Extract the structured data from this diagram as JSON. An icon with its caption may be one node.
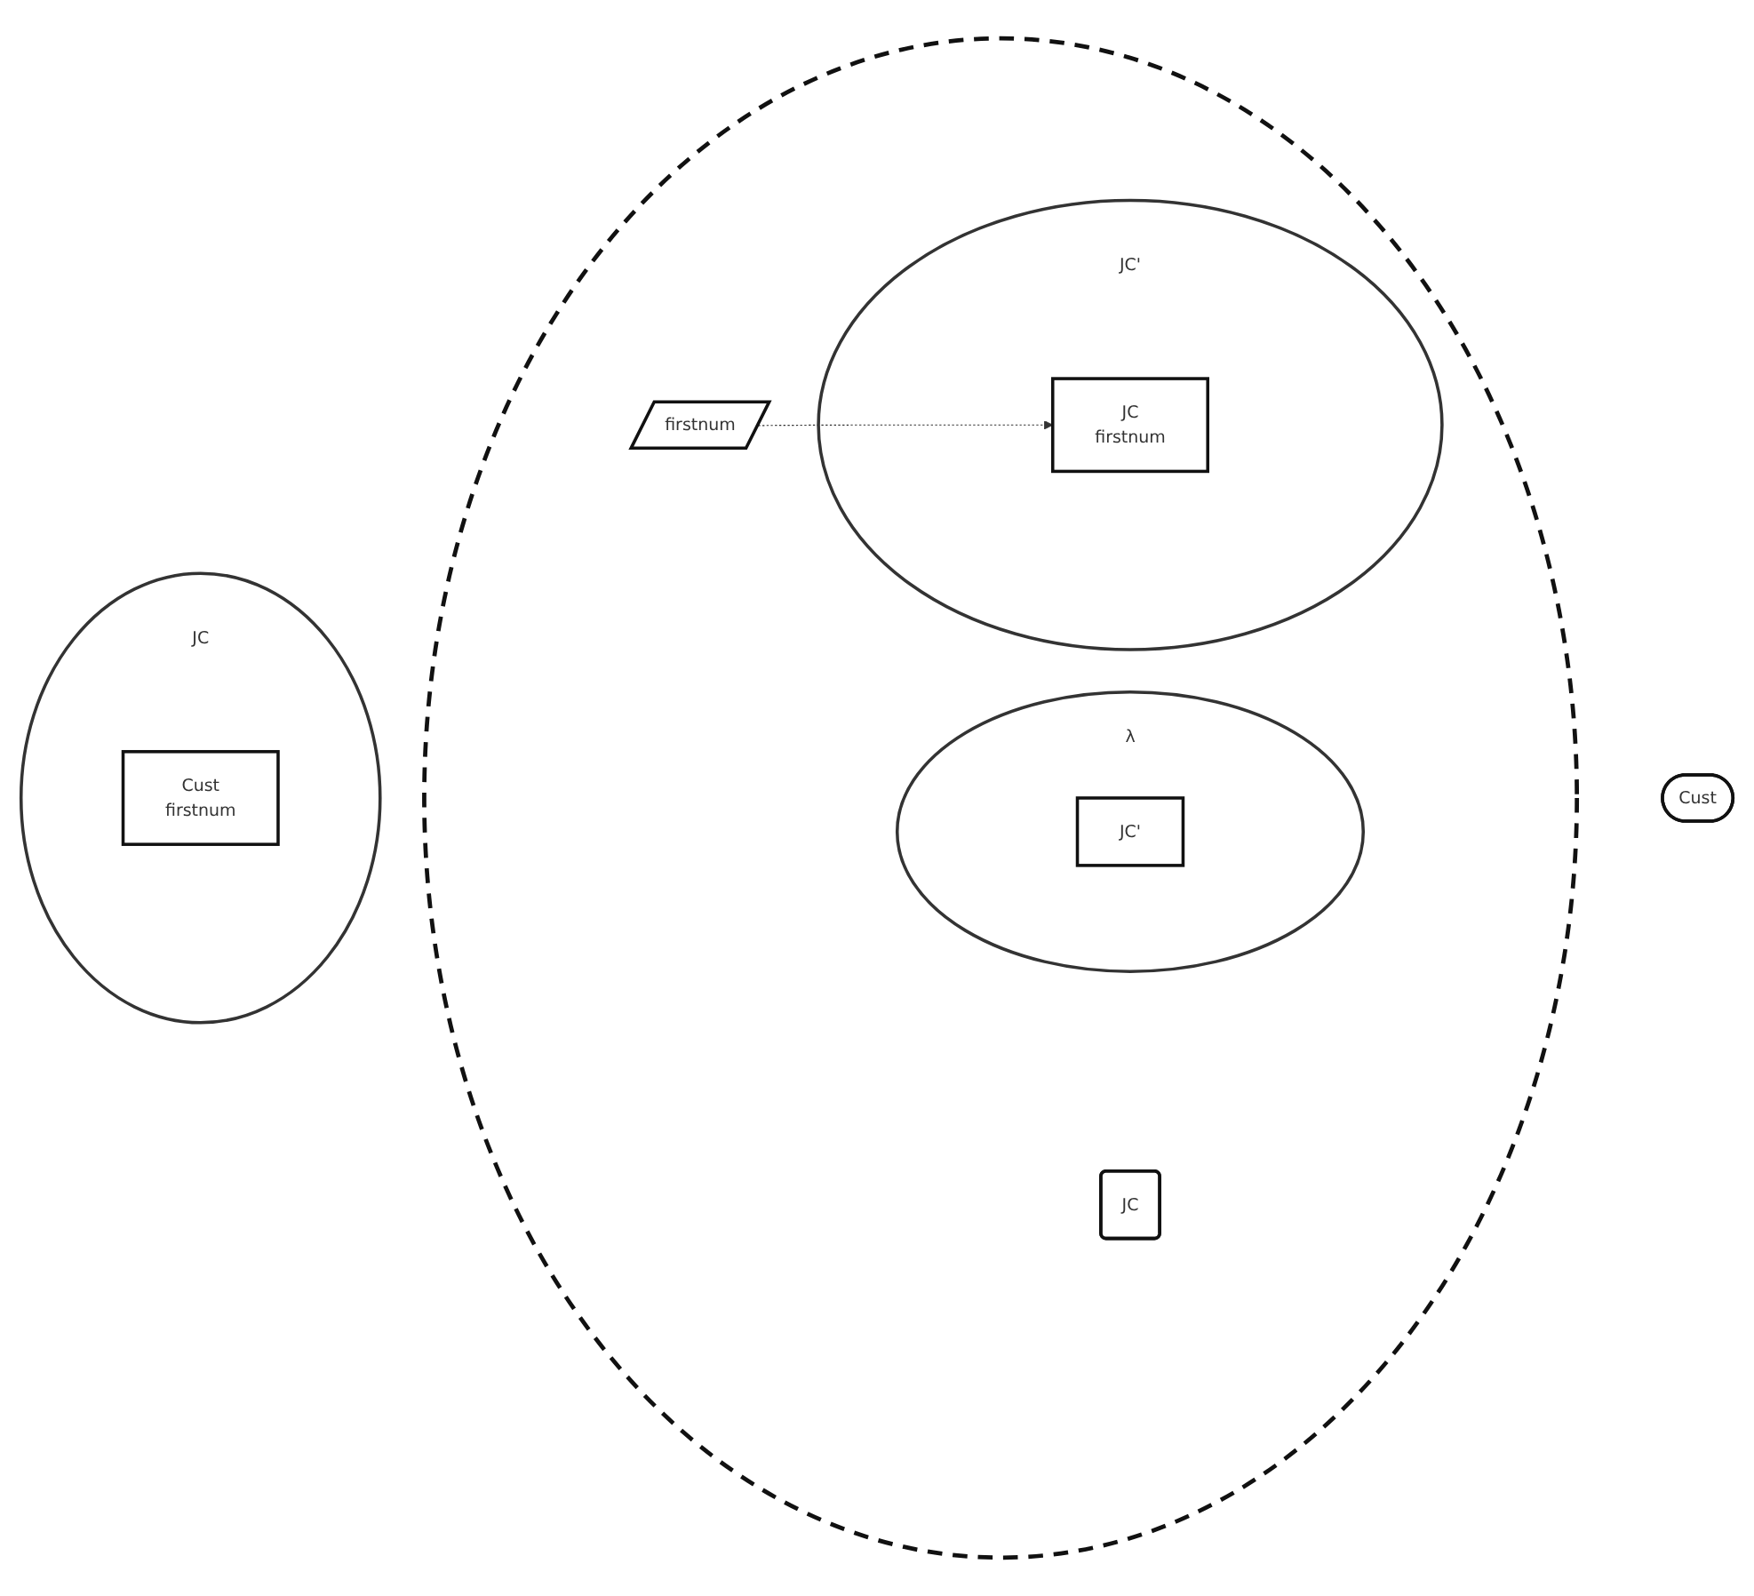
{
  "diagram": {
    "nodes": [
      {
        "text": [],
        "shape": "circle"
      },
      {
        "text": [
          "λ"
        ],
        "in": 0
      },
      {
        "text": [
          "JC'"
        ],
        "in": 1
      },
      {
        "text": [
          "firstnum"
        ],
        "in": 0
      },
      {
        "text": [
          "JC"
        ],
        "in": 0
      },
      {
        "text": [
          "JC'"
        ],
        "in": 0
      },
      {
        "text": [
          "JC",
          "firstnum"
        ],
        "in": 5
      },
      {
        "text": [
          "Cust"
        ]
      },
      {
        "text": [
          "JC"
        ]
      },
      {
        "text": [
          "Cust",
          "firstnum"
        ],
        "in": 8
      }
    ],
    "edges": [
      {
        "from": 3,
        "to": 6,
        "arrow": "to",
        "style": "dashed"
      }
    ]
  }
}
